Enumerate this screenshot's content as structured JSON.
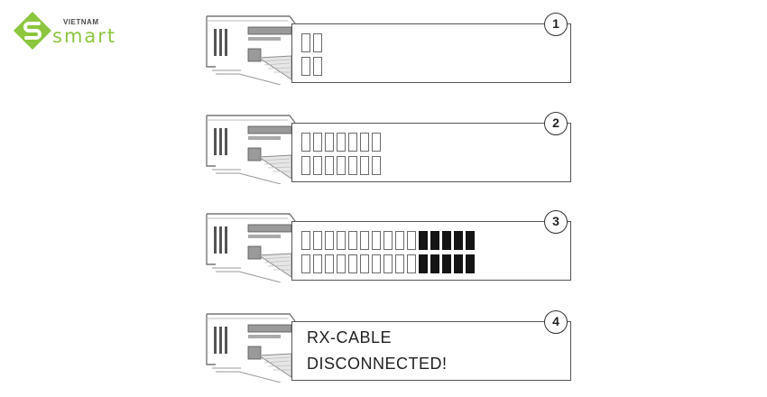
{
  "logo": {
    "line1": "VIETNAM",
    "line2": "smart",
    "icon": "smart-logo-icon",
    "color": "#8cc63f"
  },
  "steps": [
    {
      "number": "1",
      "row_cells": 2,
      "filled_cells": 0
    },
    {
      "number": "2",
      "row_cells": 7,
      "filled_cells": 0
    },
    {
      "number": "3",
      "row_cells": 15,
      "filled_cells": 5
    },
    {
      "number": "4",
      "message": [
        "RX-CABLE",
        "DISCONNECTED!"
      ]
    }
  ]
}
